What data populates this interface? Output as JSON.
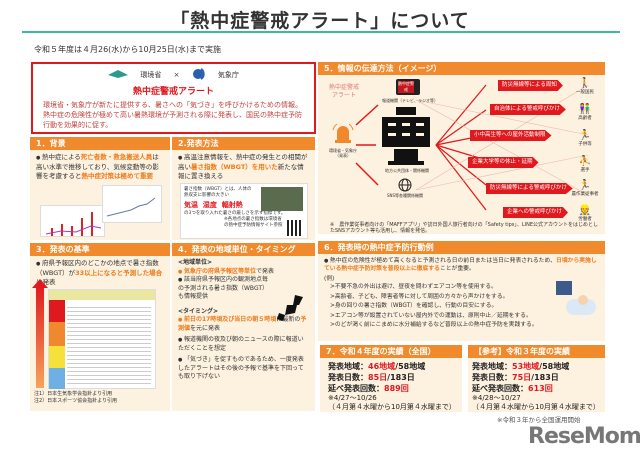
{
  "title": "「熱中症警戒アラート」について",
  "period": "令和５年度は４月26(水)から10月25日(水)まで実施",
  "alert_box": {
    "ministry1": "環境省",
    "cross": "×",
    "ministry2": "気象庁",
    "name": "熱中症警戒アラート",
    "description": "環境省・気象庁が新たに提供する、暑さへの「気づき」を呼びかけるための情報。熱中症の危険性が極めて高い暑熱環境が予測される際に発表し、国民の熱中症予防行動を効果的に促す。"
  },
  "s1": {
    "header": "1．背景",
    "t1": "熱中症による",
    "h1": "死亡者数・救急搬送人員",
    "t2": "は高い水準で推移しており、気候変動等の影響を考慮すると",
    "h2": "熱中症対策は極めて重要"
  },
  "s2": {
    "header": "2.発表方法",
    "t1": "高温注意情報を、熱中症の発生との相関が高い",
    "h1": "暑さ指数（WBGT）を用いた",
    "t2": "新たな情報に置き換える",
    "card_intro": "暑さ指数（WBGT）とは、人体の熱収支に影響の大きい",
    "factors": [
      "気温",
      "湿度",
      "輻射熱"
    ],
    "card_desc": "の3つを取り入れた暑さの厳しさを示す指標です。",
    "card_note": "※各地点の暑さ指数は環境省の熱中症予防情報サイト参照"
  },
  "s3": {
    "header": "3．発表の基準",
    "t1": "府県予報区内のどこかの地点で暑さ指数（WBGT）が",
    "h1": "33以上になると予測した場合",
    "t2": "に発表",
    "notes": [
      "注1）日本生気象学会指針より引用",
      "注2）日本スポーツ協会指針より引用"
    ]
  },
  "s4": {
    "header": "4．発表の地域単位・タイミング",
    "unit_title": "<地域単位>",
    "unit_h": "気象庁の府県予報区等単位",
    "unit_t": "で発表",
    "unit_b2": "該当府県予報区内の観測地点毎の予測される暑さ指数（WBGT）も情報提供",
    "timing_title": "<タイミング>",
    "timing_h1": "前日の17時頃及び当日の朝５時頃",
    "timing_t1": "に最新の",
    "timing_h2": "予測値",
    "timing_t2": "を元に発表",
    "timing_b2": "報道機関の夜及び朝のニュースの際に報道いただくことを想定",
    "timing_b3": "「気づき」を促すものであるため、一度発表したアラートはその後の予報で基準を下回っても取り下げない"
  },
  "s5": {
    "header": "5．情報の伝達方法（イメージ）",
    "alert_label": "熱中症警戒アラート",
    "source_label": "環境省・気象庁（発表）",
    "tv_label": "報道機関（テレビ、ラジオ等）",
    "tv_screen": "熱中症警戒",
    "gov_label": "地方公共団体・関係機関",
    "web_label": "SNS等各種関係機関",
    "routes": [
      "防災無線等による周知",
      "自治体による警戒呼びかけ",
      "小中高生等への屋外活動制限",
      "企業大学等の休止・延期",
      "防災無線等による警戒呼びかけ",
      "企業への警戒呼びかけ"
    ],
    "people": [
      "一般国民",
      "高齢者",
      "子供等",
      "選手",
      "農作業従事者",
      "労働者"
    ],
    "note": "※　農作業従事者向けの「MAFFアプリ」や訪日外国人旅行者向けの「Safety tips」、LINE公式アカウントをはじめとしたSNSアカウント等も活用し、情報を発信。"
  },
  "s6": {
    "header": "6．発表時の熱中症予防行動例",
    "t1": "熱中症の危険性が極めて高くなると予測される日の前日または当日に発表されるため、",
    "h1": "日頃から実施している熱中症予防対策を普段以上に徹底する",
    "t2": "ことが重要。",
    "ex": "(例)",
    "items": [
      "不要不急の外出は避け、昼夜を問わずエアコン等を使用する。",
      "高齢者、子ども、障害者等に対して周囲の方々から声かけをする。",
      "身の回りの暑さ指数（WBGT）を確認し、行動の目安にする。",
      "エアコン等が設置されていない屋内外での運動は、原則中止／延期をする。",
      "のどが渇く前にこまめに水分補給するなど普段以上の熱中症予防を実践する。"
    ]
  },
  "s7": {
    "header": "7．令和４年度の実績（全国）",
    "areas_label": "発表地域：",
    "areas": "46地域",
    "areas_total": "/58地域",
    "days_label": "発表日数：",
    "days": "85日",
    "days_total": "/183日",
    "count_label": "延べ発表回数：",
    "count": "889回",
    "range": "※4/27～10/26",
    "range_note": "（４月第４水曜から10月第４水曜まで）"
  },
  "ref": {
    "header": "【参考】令和３年度の実績",
    "areas_label": "発表地域：",
    "areas": "53地域",
    "areas_total": "/58地域",
    "days_label": "発表日数：",
    "days": "75日",
    "days_total": "/183日",
    "count_label": "延べ発表回数：",
    "count": "613回",
    "range": "※4/28～10/27",
    "range_note": "（４月第４水曜から10月第４水曜まで）"
  },
  "footnote": "※令和３年から全国運用開始",
  "watermark": "ReseMom"
}
